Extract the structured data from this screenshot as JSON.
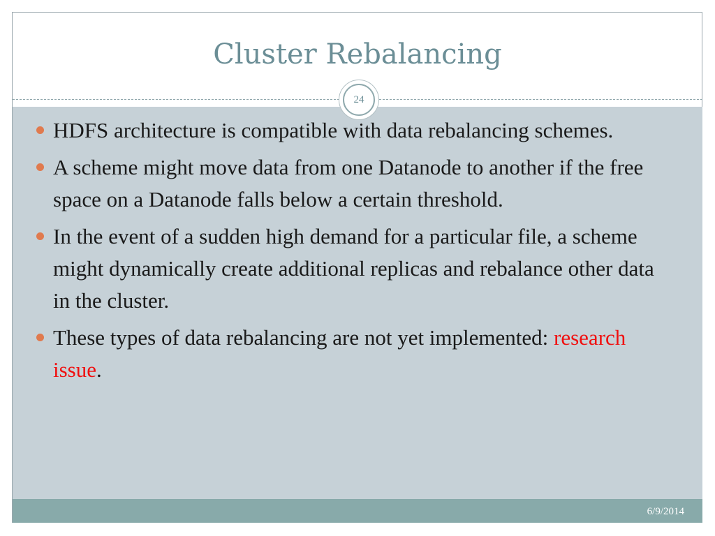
{
  "slide": {
    "title": "Cluster Rebalancing",
    "page_number": "24",
    "date": "6/9/2014",
    "colors": {
      "title": "#6b8e96",
      "content_background": "#c6d1d7",
      "footer_background": "#88aaaa",
      "bullet": "#e07a4e",
      "accent": "#f00f0f"
    },
    "bullets": [
      {
        "text": "HDFS architecture is compatible with data rebalancing schemes."
      },
      {
        "text": "A scheme might move data from one Datanode to another if the free space on a Datanode falls below a certain threshold."
      },
      {
        "text": "In the event of a sudden high demand for a particular file, a scheme might dynamically create additional replicas and rebalance other data in the cluster."
      },
      {
        "text_before_highlight": "These types of data rebalancing are not yet implemented: ",
        "highlight": "research issue",
        "text_after_highlight": "."
      }
    ]
  }
}
